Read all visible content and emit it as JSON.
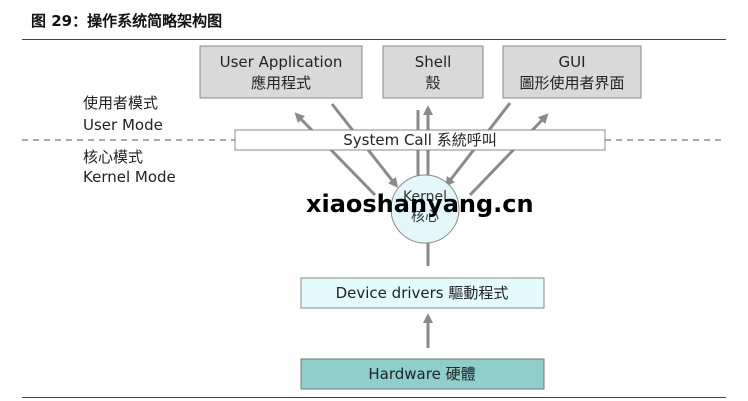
{
  "figure": {
    "title": "图 29：操作系统简略架构图"
  },
  "diagram": {
    "apps": [
      {
        "line1": "User Application",
        "line2": "應用程式"
      },
      {
        "line1": "Shell",
        "line2": "殼"
      },
      {
        "line1": "GUI",
        "line2": "圖形使用者界面"
      }
    ],
    "user_mode": {
      "line1": "使用者模式",
      "line2": "User Mode"
    },
    "kernel_mode": {
      "line1": "核心模式",
      "line2": "Kernel Mode"
    },
    "system_call": "System Call 系統呼叫",
    "kernel": {
      "line1": "Kernel",
      "line2": "核心"
    },
    "device_drivers": "Device drivers 驅動程式",
    "hardware": "Hardware 硬體",
    "colors": {
      "app_box": "#d9d9d9",
      "syscall_box": "#ffffff",
      "kernel_circle": "#e3f7fa",
      "drivers_box": "#e4fbfd",
      "hardware_box": "#8ecfcc",
      "arrow": "#8a8a8a",
      "box_border": "#888888"
    }
  },
  "watermark": "xiaoshanyang.cn"
}
